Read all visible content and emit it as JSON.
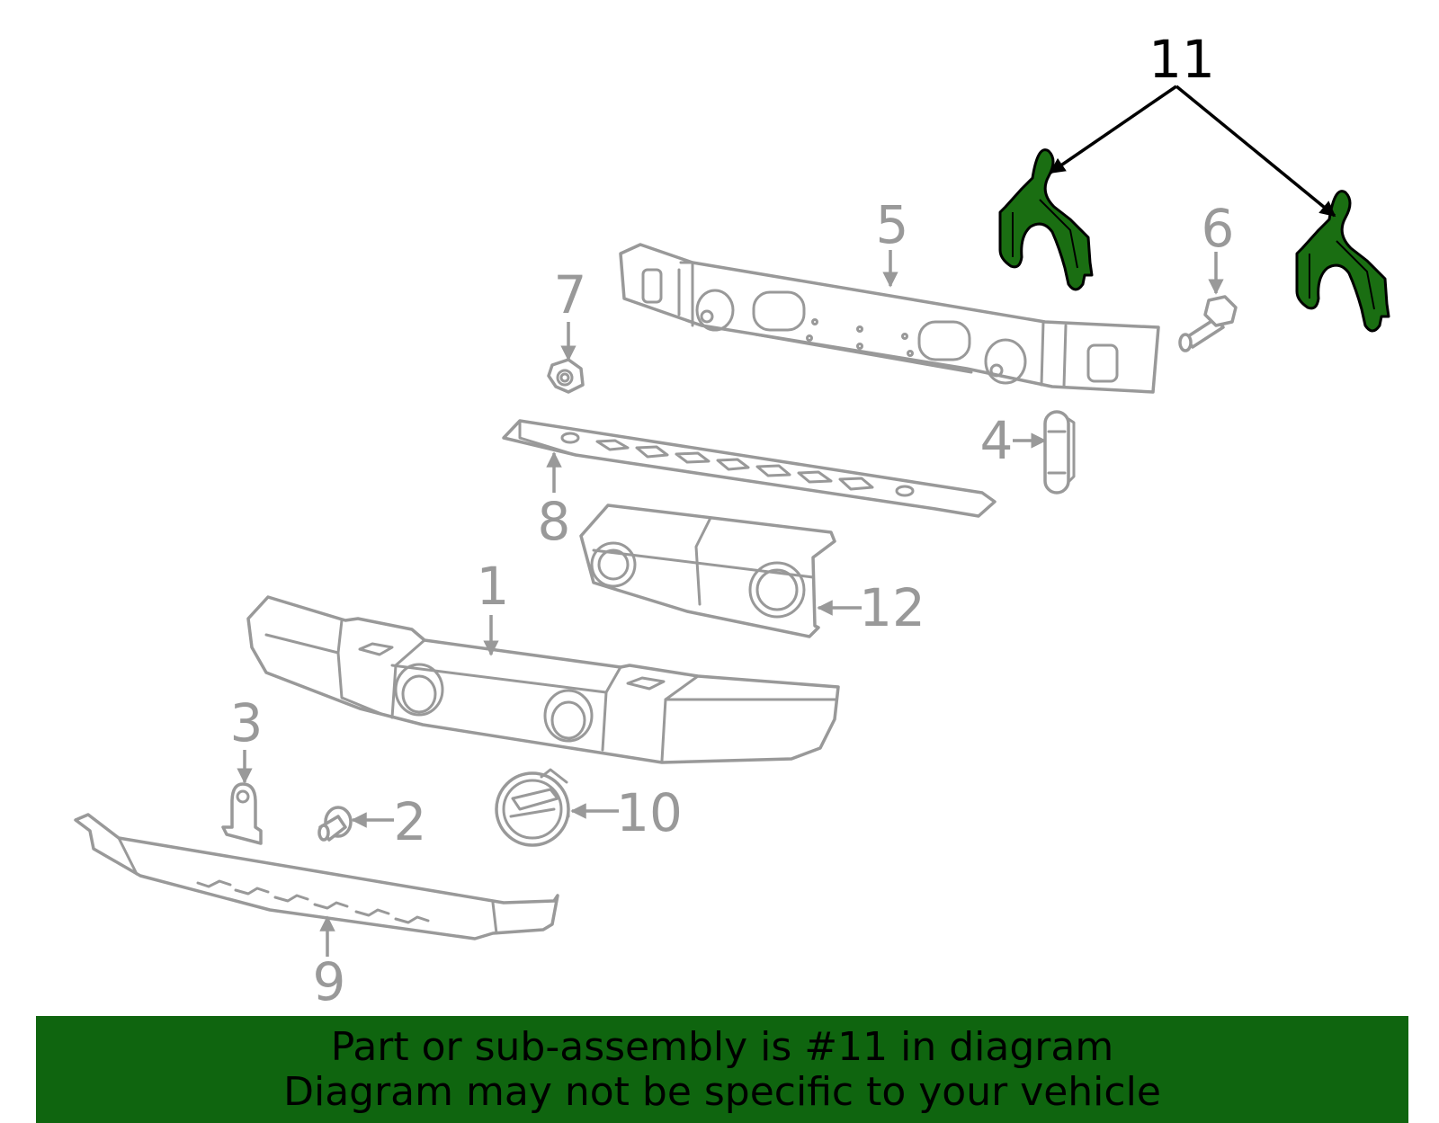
{
  "callouts": {
    "c1": "1",
    "c2": "2",
    "c3": "3",
    "c4": "4",
    "c5": "5",
    "c6": "6",
    "c7": "7",
    "c8": "8",
    "c9": "9",
    "c10": "10",
    "c11": "11",
    "c12": "12"
  },
  "highlighted_part": "11",
  "colors": {
    "highlight_fill": "#1a6e12",
    "banner_background": "#0f650f",
    "part_outline": "#999999",
    "highlight_outline": "#000000"
  },
  "banner": {
    "line1": "Part or sub-assembly is #11 in diagram",
    "line2": "Diagram may not be specific to your vehicle"
  }
}
